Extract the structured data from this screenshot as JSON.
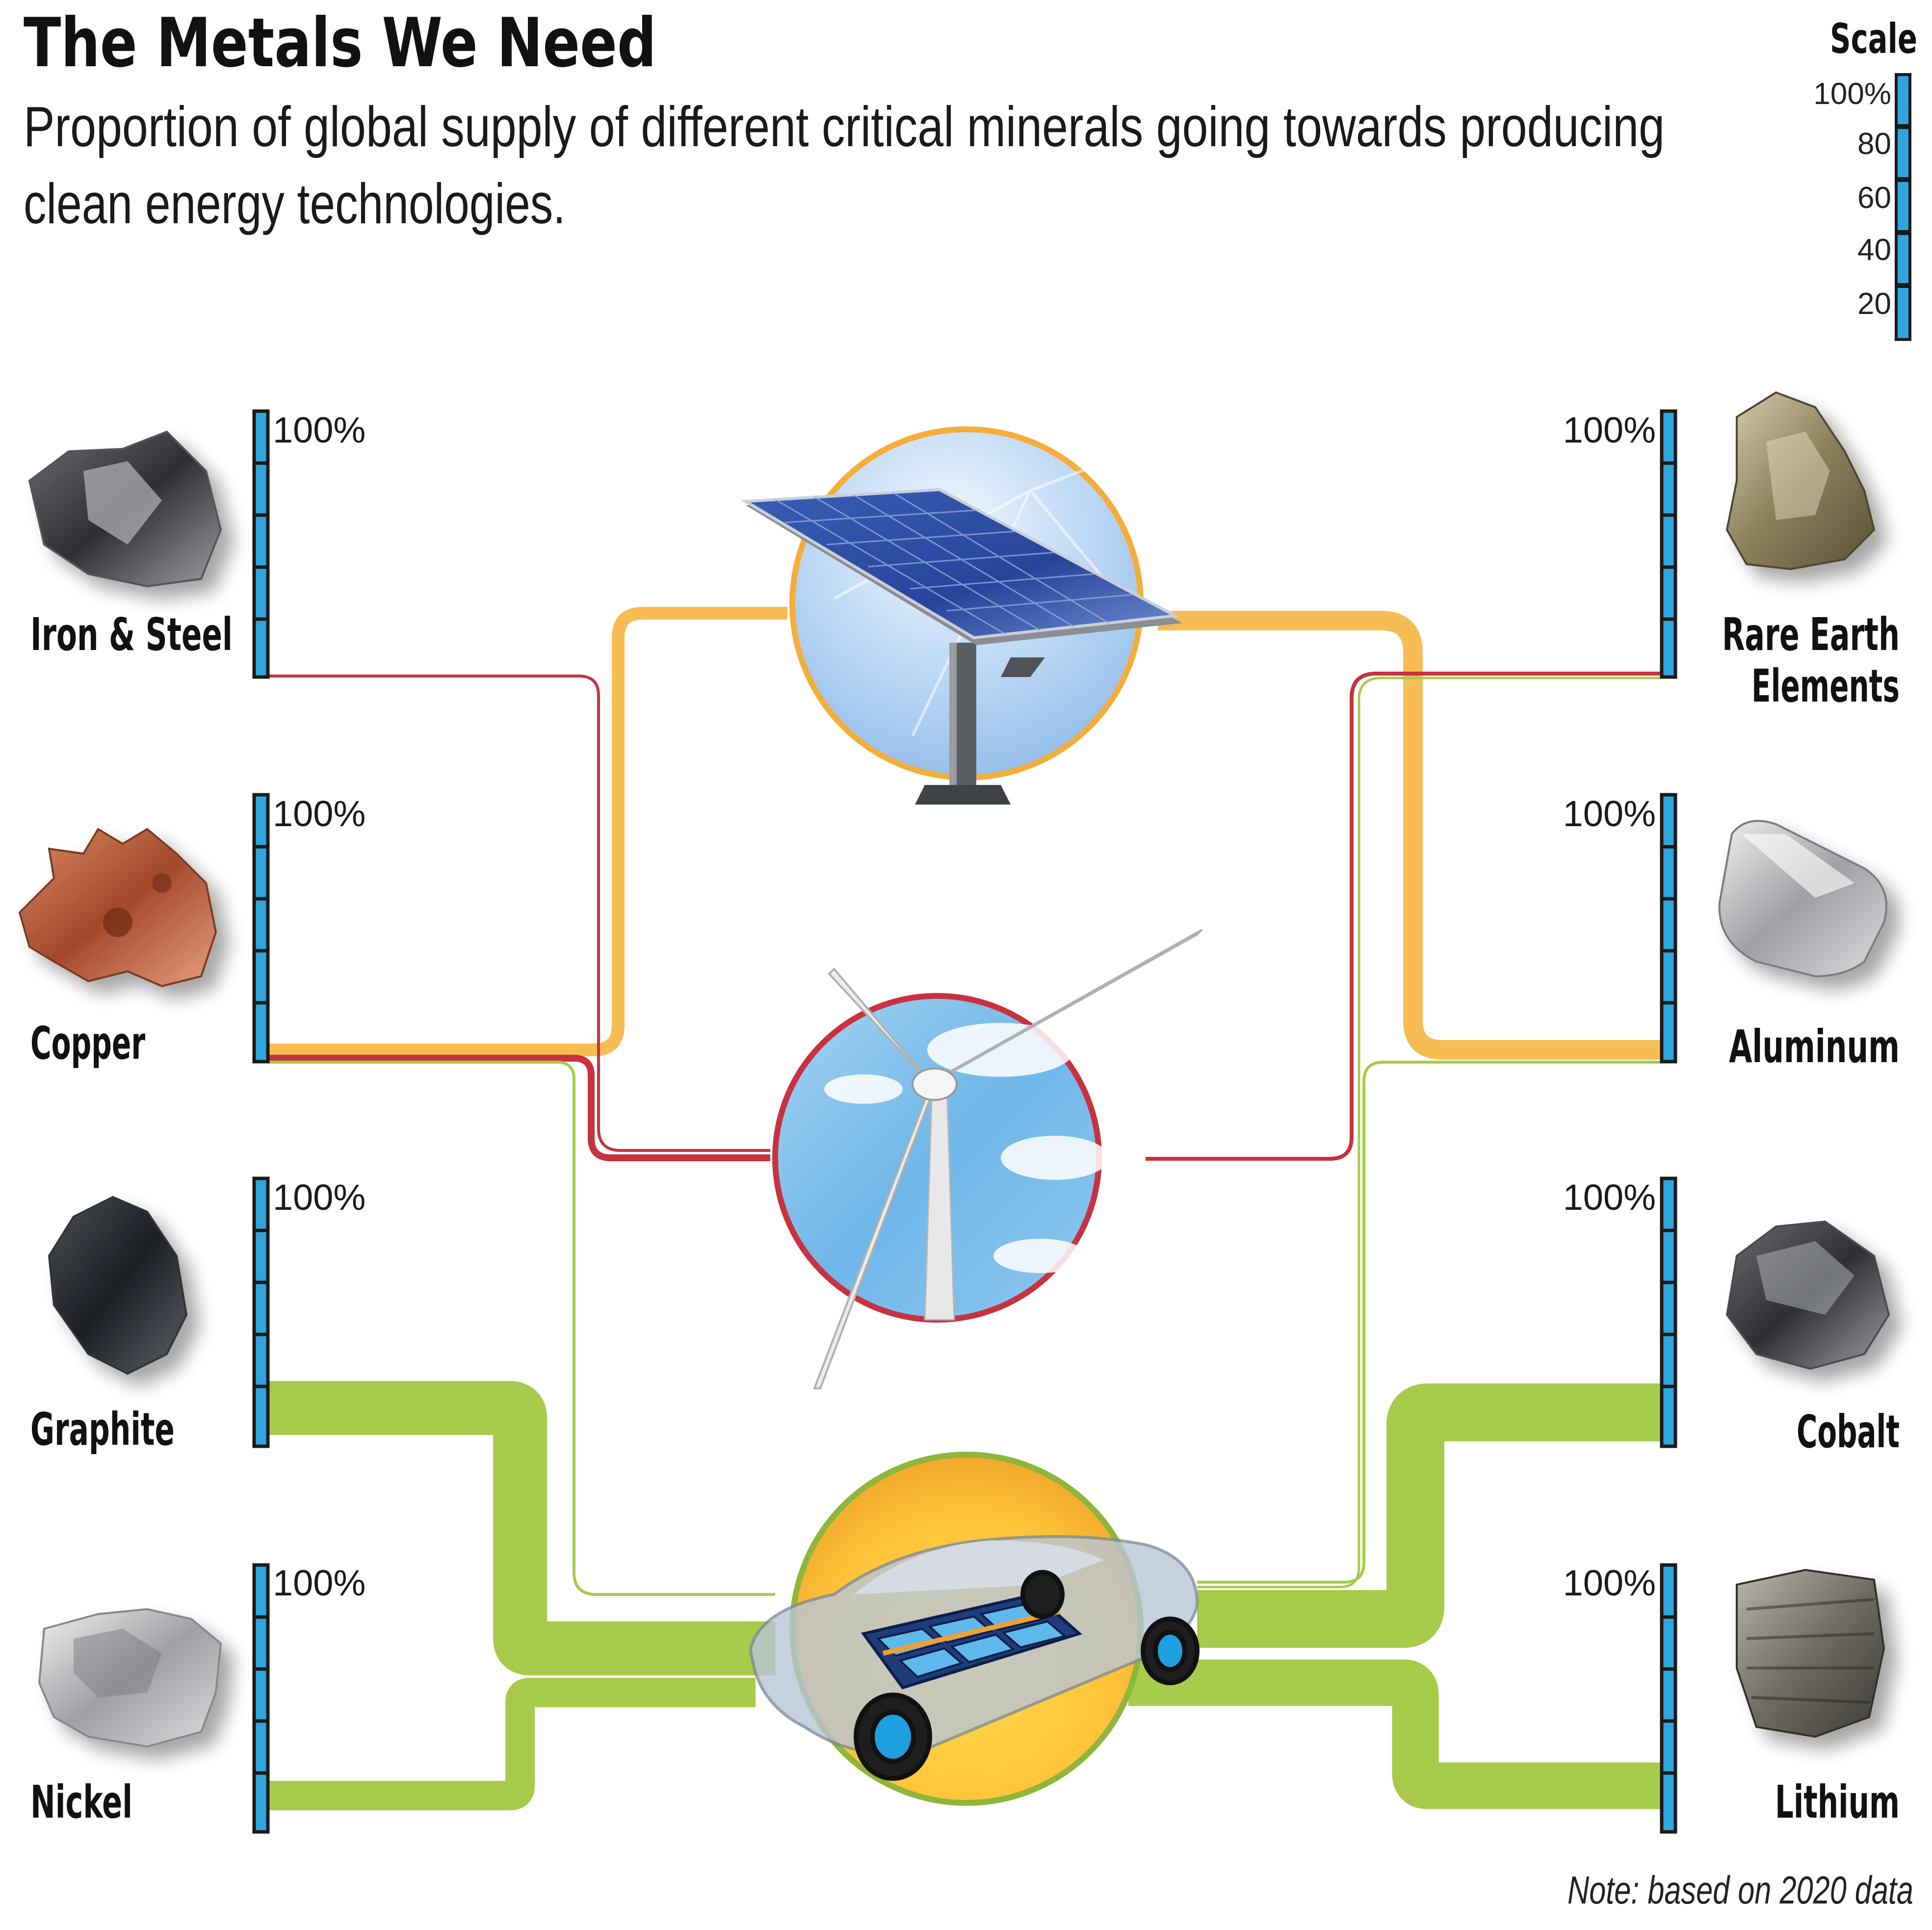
{
  "header": {
    "title": "The Metals We Need",
    "subtitle_line1": "Proportion of global supply of different critical minerals going towards producing",
    "subtitle_line2": "clean energy technologies."
  },
  "scale": {
    "title": "Scale",
    "ticks": [
      "100%",
      "80",
      "60",
      "40",
      "20"
    ]
  },
  "gauge_max_label": "100%",
  "note": "Note: based on 2020 data",
  "technologies": [
    "solar",
    "wind",
    "electric-vehicle"
  ],
  "colors": {
    "solar": "#F8BC55",
    "wind": "#C8323F",
    "ev": "#A7CB4A",
    "gauge": "#2FA6DE",
    "gauge_border": "#1a1a1a"
  },
  "minerals": {
    "iron_steel": {
      "label": "Iron & Steel"
    },
    "copper": {
      "label": "Copper"
    },
    "graphite": {
      "label": "Graphite"
    },
    "nickel": {
      "label": "Nickel"
    },
    "rare_earth": {
      "label_line1": "Rare Earth",
      "label_line2": "Elements"
    },
    "aluminum": {
      "label": "Aluminum"
    },
    "cobalt": {
      "label": "Cobalt"
    },
    "lithium": {
      "label": "Lithium"
    }
  }
}
